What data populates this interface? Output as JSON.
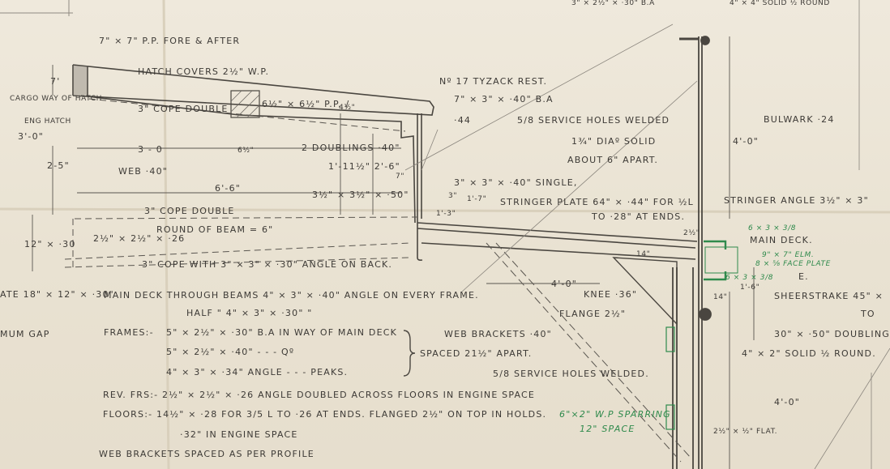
{
  "labels": {
    "pp_fore_after": "7\" × 7\" P.P. FORE & AFTER",
    "hatch_covers": "HATCH COVERS 2½\" W.P.",
    "cargo_way": "CARGO WAY OF HATCH",
    "eng_hatch": "ENG HATCH",
    "dim_7": "7'",
    "dim_3_0": "3'-0\"",
    "dim_2_5": "2-5\"",
    "cope_double_1": "3\" COPE DOUBLE",
    "pp_6x6": "6½\" × 6½\" P.P. /",
    "dim_4half": "4½\"",
    "dim_6half": "6½\"",
    "dim_3_0b": "3 - 0",
    "two_doublings": "2 DOUBLINGS ·40\"",
    "dim_1_11": "1'-11½\" 2'-6\"",
    "web_40": "WEB ·40\"",
    "dim_6_6": "6'-6\"",
    "dim_3half": "3½\" × 3½\" × ·50\"",
    "cope_double_2": "3\" COPE DOUBLE",
    "round_of_beam": "ROUND OF BEAM = 6\"",
    "dim_12_30": "12\" × ·30",
    "dim_2half": "2½\" × 2½\" × ·26",
    "cope_with_angle": "3\" COPE WITH 3\" × 3\" × ·30\" ANGLE ON BACK.",
    "plate_18": "ATE 18\" × 12\" × ·30\"",
    "tyzack": "Nº 17 TYZACK REST.",
    "angle_7x3": "7\" × 3\" × ·40\" B.A",
    "dim_44": "·44",
    "service_holes_1": "5/8 SERVICE HOLES WELDED",
    "solid_dia": "1¾\" DIAº SOLID",
    "about_6": "ABOUT 6\" APART.",
    "angle_single": "3\" × 3\" × ·40\" SINGLE,",
    "dim_3": "3\"",
    "dim_1_7": "1'-7\"",
    "dim_1_3": "1'-3\"",
    "dim_7b": "7\"",
    "stringer_plate": "STRINGER PLATE 64\" × ·44\" FOR ½L",
    "to_28": "TO ·28\" AT ENDS.",
    "stringer_angle": "STRINGER ANGLE 3½\" × 3\"",
    "bulwark": "BULWARK ·24",
    "dim_4_0_top": "4'-0\"",
    "main_deck": "MAIN DECK.",
    "dim_2half_b": "2½\"",
    "dim_14": "14\"",
    "dim_4_0_mid": "4'-0\"",
    "knee": "KNEE ·36\"",
    "flange": "FLANGE 2½\"",
    "dim_14b": "14\"",
    "dim_1_6": "1'-6\"",
    "letter_e": "E.",
    "sheerstrake": "SHEERSTRAKE 45\" ×",
    "to": "TO",
    "doubling": "30\" × ·50\" DOUBLING",
    "solid_round": "4\" × 2\" SOLID ½ ROUND.",
    "dim_4_0_bottom": "4'-0\"",
    "flat": "2½\" × ½\" FLAT.",
    "green_angle": "6 × 3 × 3/8",
    "green_elm": "9\" × 7\" ELM.",
    "green_face": "8 × ⅝ FACE PLATE",
    "green_angle2": "6 × 3 × 3/8",
    "green_sparring": "6\"×2\" W.P SPARRING",
    "green_space": "12\" SPACE",
    "through_beams": "MAIN DECK THROUGH BEAMS 4\" × 3\" × ·40\" ANGLE ON EVERY FRAME.",
    "ditto": "\"",
    "half_row": "HALF  \"  4\" × 3\" × ·30\"  \"",
    "frames_label": "FRAMES:-",
    "frames_1": "5\" × 2½\" × ·30\" B.A IN WAY OF MAIN DECK",
    "frames_2": "5\" × 2½\" × ·40\"  -  -  -  Qº",
    "frames_3": "4\" × 3\" × ·34\" ANGLE -  -  -  PEAKS.",
    "web_brackets": "WEB BRACKETS ·40\"",
    "spaced": "SPACED 21½\" APART.",
    "service_holes_2": "5/8 SERVICE HOLES WELDED.",
    "rev_frs": "REV. FRS:- 2½\" × 2½\" × ·26 ANGLE DOUBLED ACROSS FLOORS IN ENGINE SPACE",
    "floors": "FLOORS:- 14½\" × ·28 FOR 3/5 L TO ·26 AT ENDS. FLANGED 2½\" ON TOP IN HOLDS.",
    "floors_eng": "·32\" IN ENGINE SPACE",
    "web_spaced": "WEB BRACKETS SPACED AS PER PROFILE",
    "gap": "MUM GAP",
    "top_partial_1": "3\" × 2½\" × ·30\" B.A",
    "top_partial_2": "4\" × 4\" SOLID ½ ROUND"
  },
  "colors": {
    "paper": "#ece6d8",
    "ink": "#3d3a36",
    "pencil": "#6e6a64",
    "green": "#2f8a4c"
  }
}
